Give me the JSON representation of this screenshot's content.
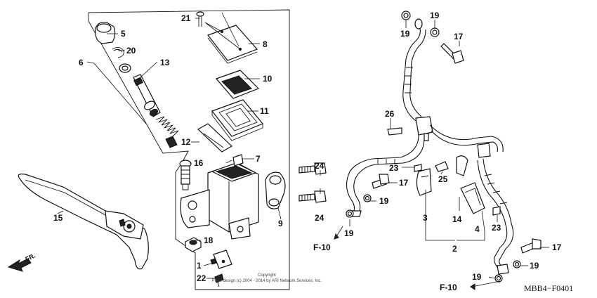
{
  "callouts": [
    "1",
    "2",
    "3",
    "4",
    "5",
    "6",
    "7",
    "8",
    "9",
    "10",
    "11",
    "12",
    "13",
    "14",
    "15",
    "16",
    "17",
    "17",
    "17",
    "18",
    "19",
    "19",
    "19",
    "19",
    "19",
    "19",
    "20",
    "21",
    "22",
    "23",
    "23",
    "24",
    "24",
    "25",
    "26"
  ],
  "refs": {
    "f10_left": "F-10",
    "f10_right": "F-10",
    "fr": "FR."
  },
  "diagram_code": "MBB4−F0401",
  "copyright": {
    "line1": "Copyright",
    "line2": "Page design (c) 2004 - 2014 by ARI Network Services, Inc."
  }
}
